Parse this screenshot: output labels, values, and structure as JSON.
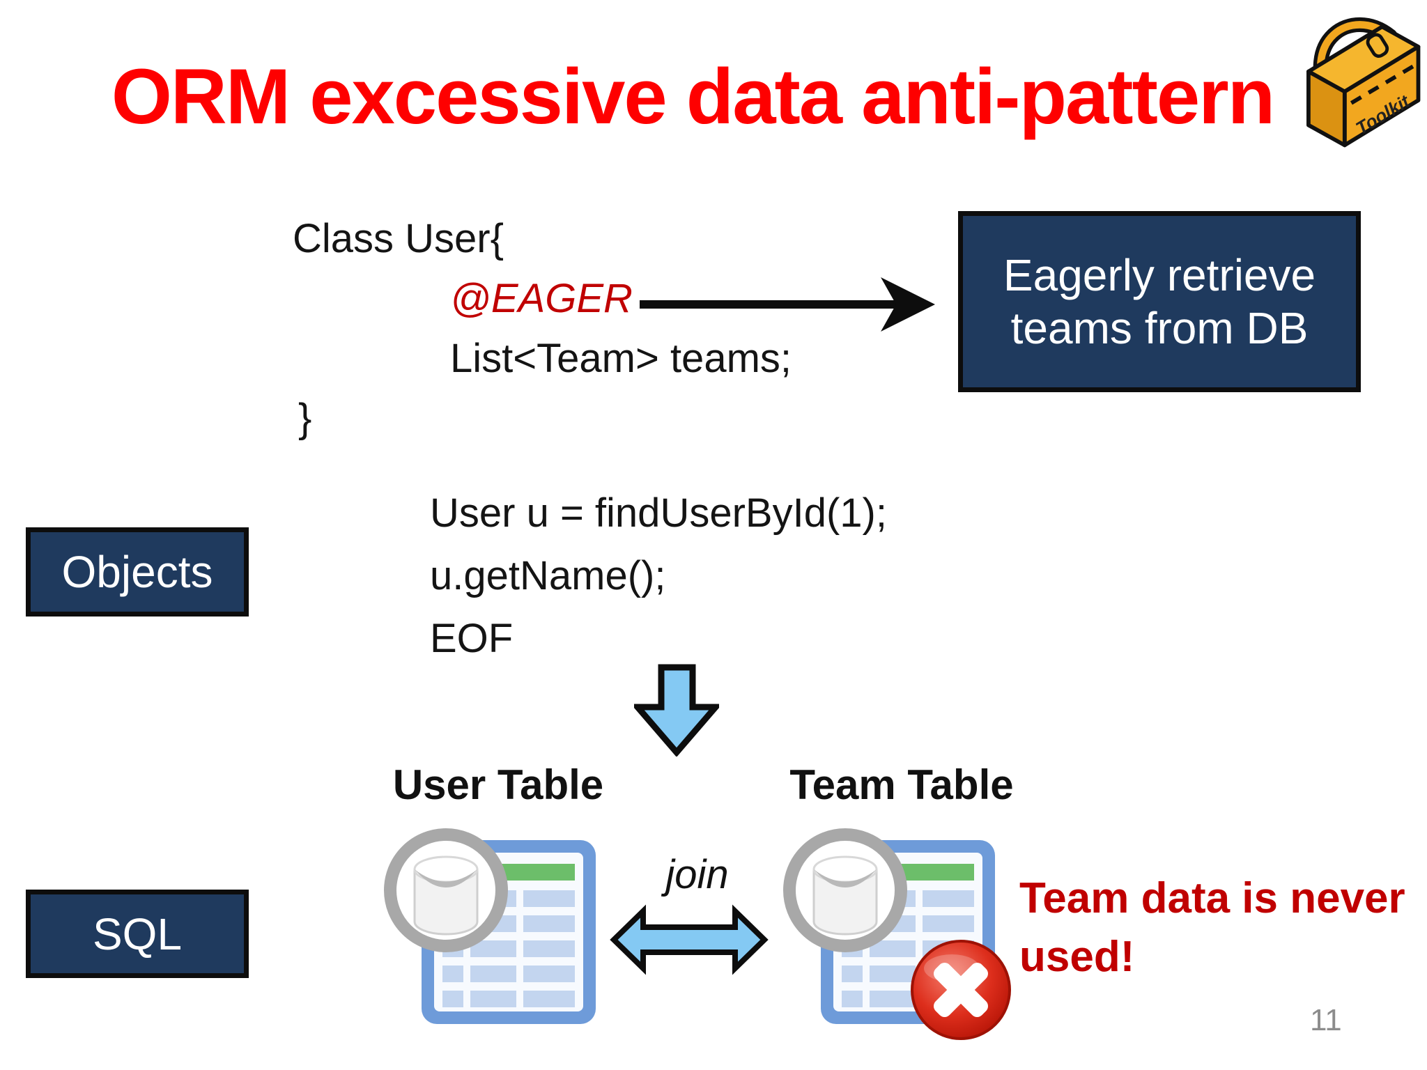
{
  "slide": {
    "title": "ORM excessive data anti-pattern",
    "page_number": "11"
  },
  "toolkit": {
    "label": "Toolkit"
  },
  "class_code": {
    "line1": "Class User{",
    "annotation": "@EAGER",
    "field": "List<Team> teams;",
    "close": "}"
  },
  "callout": {
    "line1": "Eagerly retrieve",
    "line2": "teams from DB"
  },
  "layer_labels": {
    "objects": "Objects",
    "sql": "SQL"
  },
  "usage_code": {
    "line1": "User u = findUserById(1);",
    "line2": "u.getName();",
    "line3": "EOF"
  },
  "tables": {
    "user": "User Table",
    "team": "Team Table",
    "join": "join"
  },
  "warning": {
    "line1": "Team data is never",
    "line2": "used!"
  },
  "icons": {
    "toolbox": "toolbox-icon",
    "database_table": "database-table-icon",
    "error_cross": "error-cross-icon"
  },
  "colors": {
    "title_red": "#fe0000",
    "dark_red": "#c00000",
    "navy": "#1f3a5e",
    "arrow_blue": "#84c9f3",
    "table_frame_blue": "#6e9bd9",
    "table_cell_blue": "#c3d5ef",
    "table_header_green": "#6cbe6a",
    "toolbox_orange": "#f2a71f",
    "error_red": "#d42a1c",
    "page_number_gray": "#8c8c8c"
  }
}
